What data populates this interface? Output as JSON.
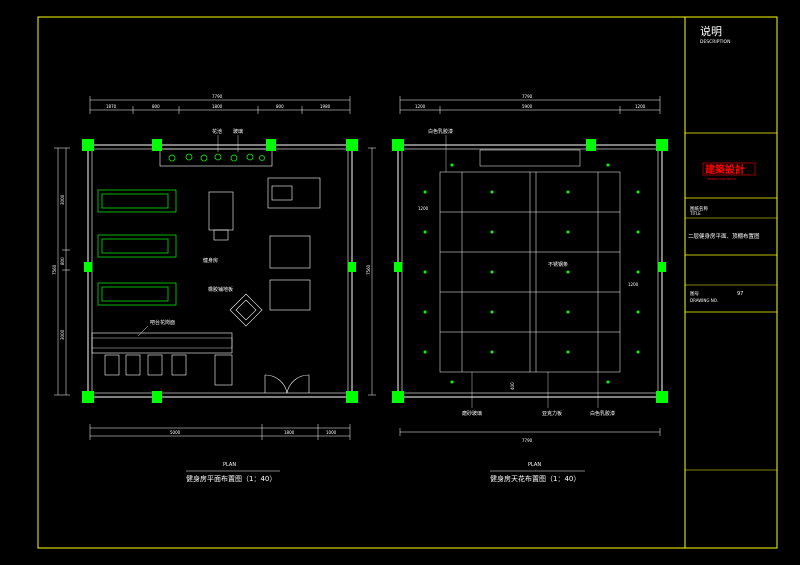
{
  "colors": {
    "frame": "#ffff00",
    "wall": "#ffffff",
    "equipment": "#00ff00",
    "column": "#00ff00",
    "dim": "#ffffff",
    "red": "#ff0000",
    "light": "#00ff00"
  },
  "titleblock": {
    "heading": "说明",
    "heading_en": "DESCRIPTION",
    "logo_text": "建築設計",
    "logo_sub": "DESIGN AND BUILD",
    "name_label": "图纸名称",
    "name_label_en": "TITLE",
    "drawing_name": "二层健身房平面、顶棚布置图",
    "number_label": "图号",
    "number_label_en": "DRAWING NO.",
    "number_value": "97"
  },
  "plan_left": {
    "plan_tag": "PLAN",
    "title": "健身房平面布置图（1：40）",
    "dim_total": "7790",
    "dim_top": [
      "1870",
      "800",
      "1800",
      "800",
      "1980"
    ],
    "dim_bottom": [
      "5000",
      "1800",
      "1000"
    ],
    "dim_left": [
      "3000",
      "800",
      "3000"
    ],
    "dim_left_total": "7560",
    "labels": {
      "flower": "花池",
      "glass": "玻璃",
      "gym": "健身房",
      "carpet": "橡胶铺地板",
      "bar": "吧台花岗面"
    }
  },
  "plan_right": {
    "plan_tag": "PLAN",
    "title": "健身房天花布置图（1：40）",
    "dim_total": "7790",
    "dim_top": [
      "1200",
      "5900",
      "1200"
    ],
    "dim_left_total": "7560",
    "dim_inner_left": "1200",
    "dim_inner_right": "1200",
    "dim_gap": "400",
    "labels": {
      "white_paint_top": "白色乳胶漆",
      "steel": "不锈钢条",
      "frosted": "磨砂玻璃",
      "acrylic": "亚克力板",
      "white_paint_bottom": "白色乳胶漆"
    }
  }
}
